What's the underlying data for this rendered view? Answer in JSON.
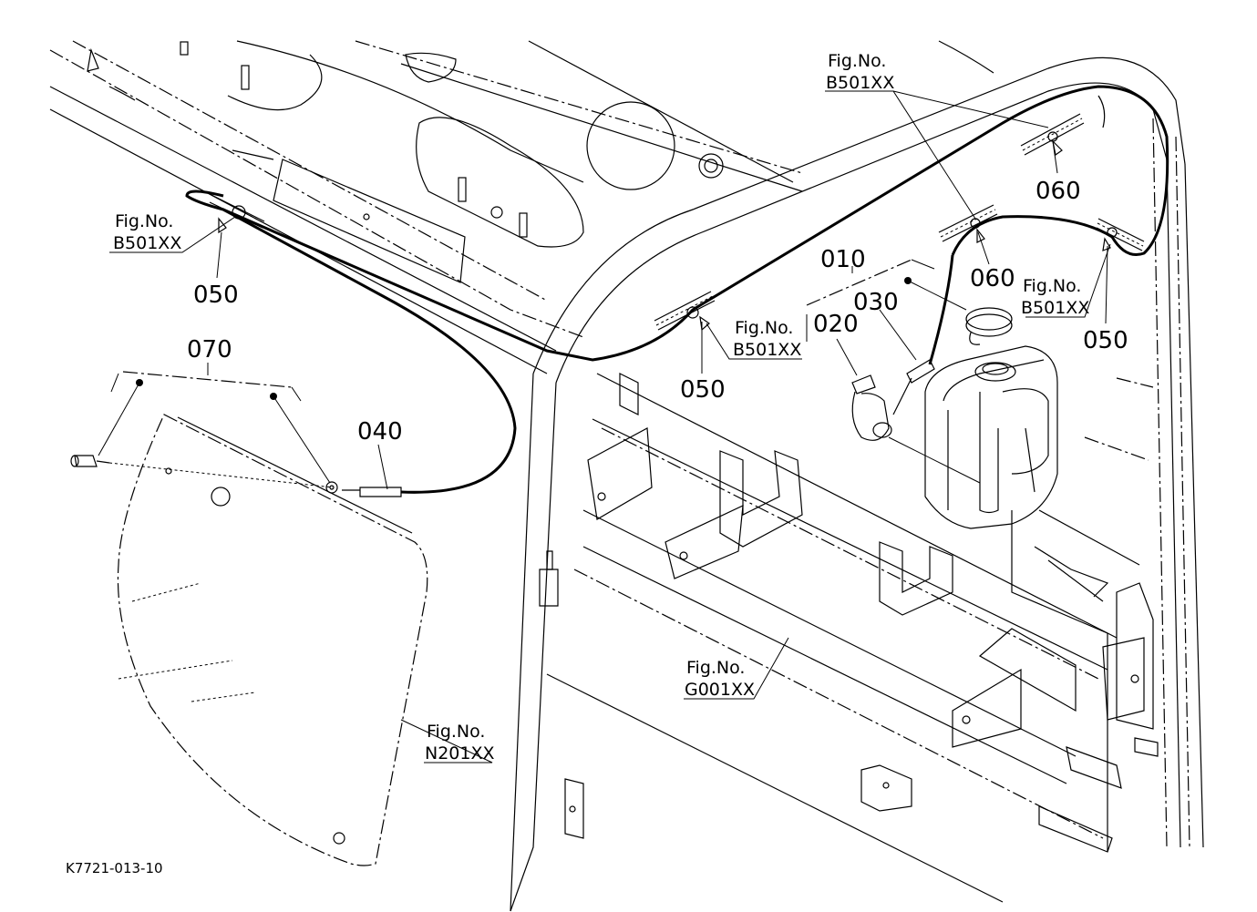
{
  "diagram": {
    "drawing_code": "K7721-013-10",
    "part_labels": {
      "p010": "010",
      "p020": "020",
      "p030": "030",
      "p040": "040",
      "p050a": "050",
      "p050b": "050",
      "p050c": "050",
      "p060a": "060",
      "p060b": "060",
      "p070": "070"
    },
    "figure_refs": [
      {
        "title": "Fig.No.",
        "code": "B501XX"
      },
      {
        "title": "Fig.No.",
        "code": "B501XX"
      },
      {
        "title": "Fig.No.",
        "code": "B501XX"
      },
      {
        "title": "Fig.No.",
        "code": "B501XX"
      },
      {
        "title": "Fig.No.",
        "code": "G001XX"
      },
      {
        "title": "Fig.No.",
        "code": "N201XX"
      }
    ]
  }
}
